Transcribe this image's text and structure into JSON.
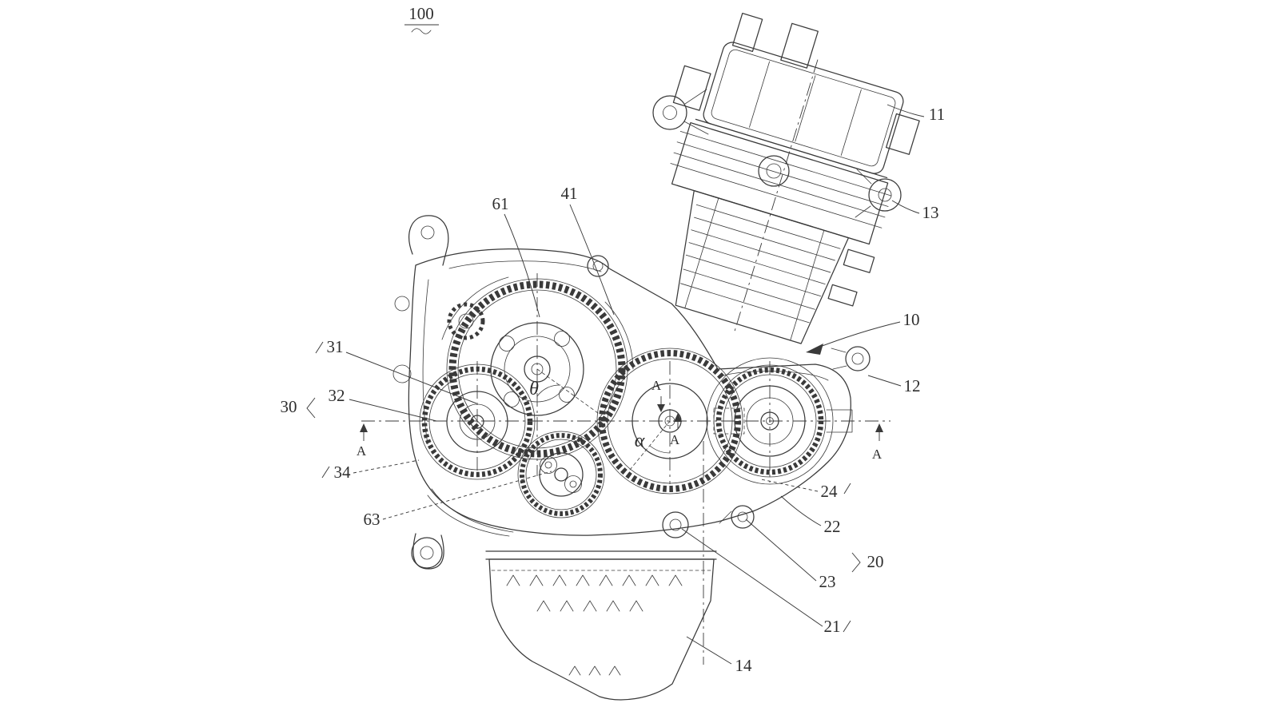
{
  "drawing": {
    "figure_number": "100",
    "section_marker": "A",
    "angle_theta": "θ",
    "angle_alpha": "α",
    "part_labels": {
      "10": "10",
      "11": "11",
      "12": "12",
      "13": "13",
      "14": "14",
      "20": "20",
      "21": "21",
      "22": "22",
      "23": "23",
      "24": "24",
      "30": "30",
      "31": "31",
      "32": "32",
      "34": "34",
      "41": "41",
      "61": "61",
      "63": "63"
    }
  },
  "colors": {
    "line": "#3a3a3a",
    "background": "#ffffff"
  }
}
